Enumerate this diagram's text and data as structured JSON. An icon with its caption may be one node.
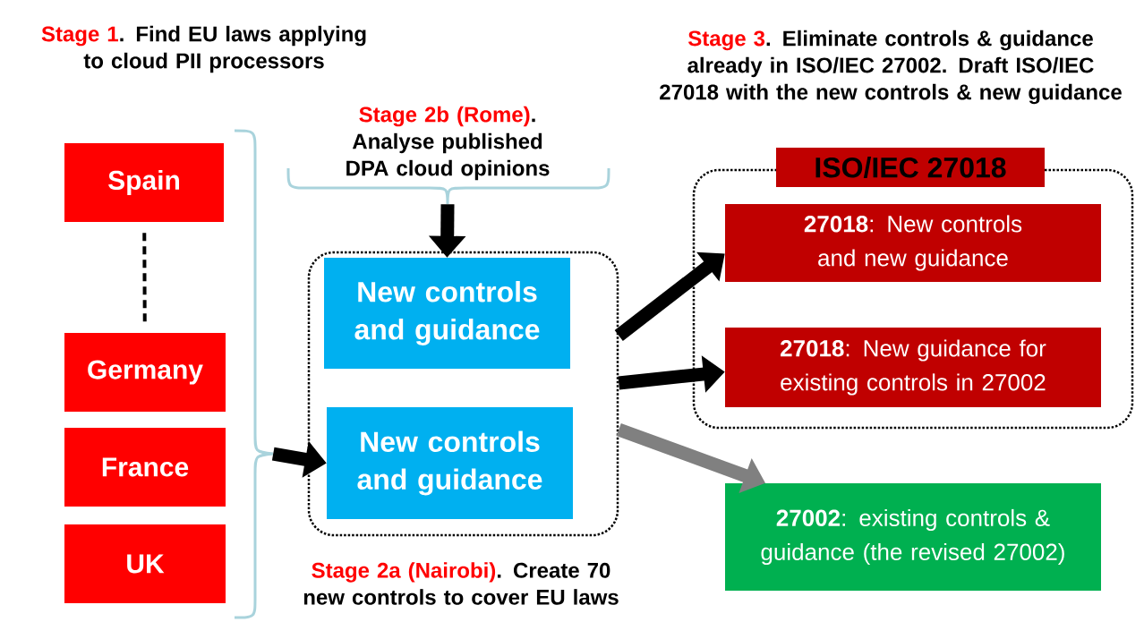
{
  "diagram": {
    "nodes": [
      {
        "text": [
          "Spain"
        ]
      },
      {
        "text": [
          "Germany"
        ]
      },
      {
        "text": [
          "France"
        ]
      },
      {
        "text": [
          "UK"
        ]
      },
      {
        "text": [],
        "shape": "box"
      },
      {
        "text": [
          "New controls and guidance"
        ],
        "in": 4
      },
      {
        "text": [
          "New controls and guidance"
        ],
        "in": 4
      },
      {
        "text": [
          "ISO/IEC 27018"
        ]
      },
      {
        "text": [
          "**27018**: New controls and new guidance"
        ],
        "in": 7
      },
      {
        "text": [
          "**27018**: New guidance for existing controls in 27002"
        ],
        "in": 7
      },
      {
        "text": [
          "**27002**: existing controls & guidance (the revised 27002)"
        ]
      },
      {
        "text": [],
        "shape": "brace"
      },
      {
        "text": [],
        "shape": "brace"
      }
    ],
    "edges": [
      {
        "from": 0,
        "to": 1,
        "arrow": "none",
        "style": "dashed"
      },
      {
        "from": 12,
        "to": 5,
        "arrow": "to"
      },
      {
        "from": 11,
        "to": 6,
        "arrow": "to"
      },
      {
        "from": 4,
        "to": 8,
        "arrow": "to"
      },
      {
        "from": 4,
        "to": 9,
        "arrow": "to"
      },
      {
        "from": 4,
        "to": 10,
        "arrow": "to",
        "color": "#808080"
      }
    ],
    "labels": [
      "Stage 1",
      ". Find EU laws applying to cloud PII processors",
      "Stage 3",
      ".  Eliminate controls & guidance already in ISO/IEC 27002. Draft ISO/IEC 27018 with the new controls & new guidance",
      "Stage 2b (Rome)",
      ". Analyse published DPA cloud opinions",
      "Stage 2a (Nairobi)",
      ". Create 70 new controls to cover EU laws"
    ]
  }
}
